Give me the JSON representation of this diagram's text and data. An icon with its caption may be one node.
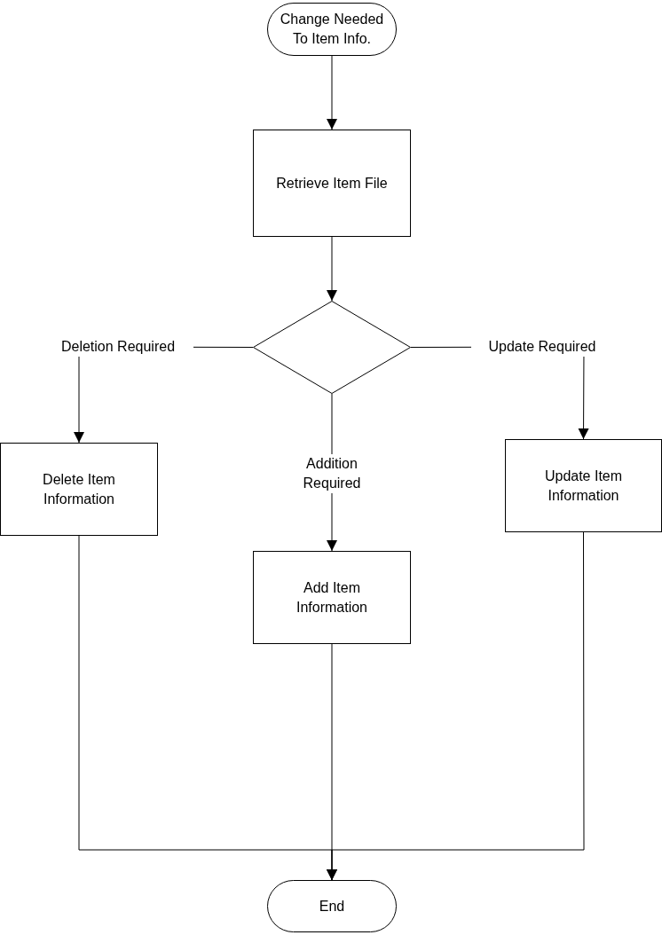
{
  "diagram": {
    "nodes": [
      {
        "text": [
          "Change Needed To Item Info."
        ]
      },
      {
        "text": [
          "Retrieve Item File"
        ]
      },
      {
        "text": [],
        "shape": "diamond"
      },
      {
        "text": [
          "Delete Item Information"
        ]
      },
      {
        "text": [
          "Update Item Information"
        ]
      },
      {
        "text": [
          "Add Item Information"
        ]
      },
      {
        "text": [
          "End"
        ]
      }
    ],
    "edges": [
      {
        "from": 0,
        "to": 1,
        "arrow": "to"
      },
      {
        "from": 1,
        "to": 2,
        "arrow": "to"
      },
      {
        "from": 2,
        "to": 3,
        "arrow": "to",
        "label": "Deletion Required"
      },
      {
        "from": 2,
        "to": 4,
        "arrow": "to",
        "label": "Update Required"
      },
      {
        "from": 2,
        "to": 5,
        "arrow": "to",
        "label": "Addition Required"
      },
      {
        "from": 3,
        "to": 6,
        "arrow": "to"
      },
      {
        "from": 5,
        "to": 6,
        "arrow": "to"
      },
      {
        "from": 4,
        "to": 6,
        "arrow": "to"
      }
    ]
  }
}
